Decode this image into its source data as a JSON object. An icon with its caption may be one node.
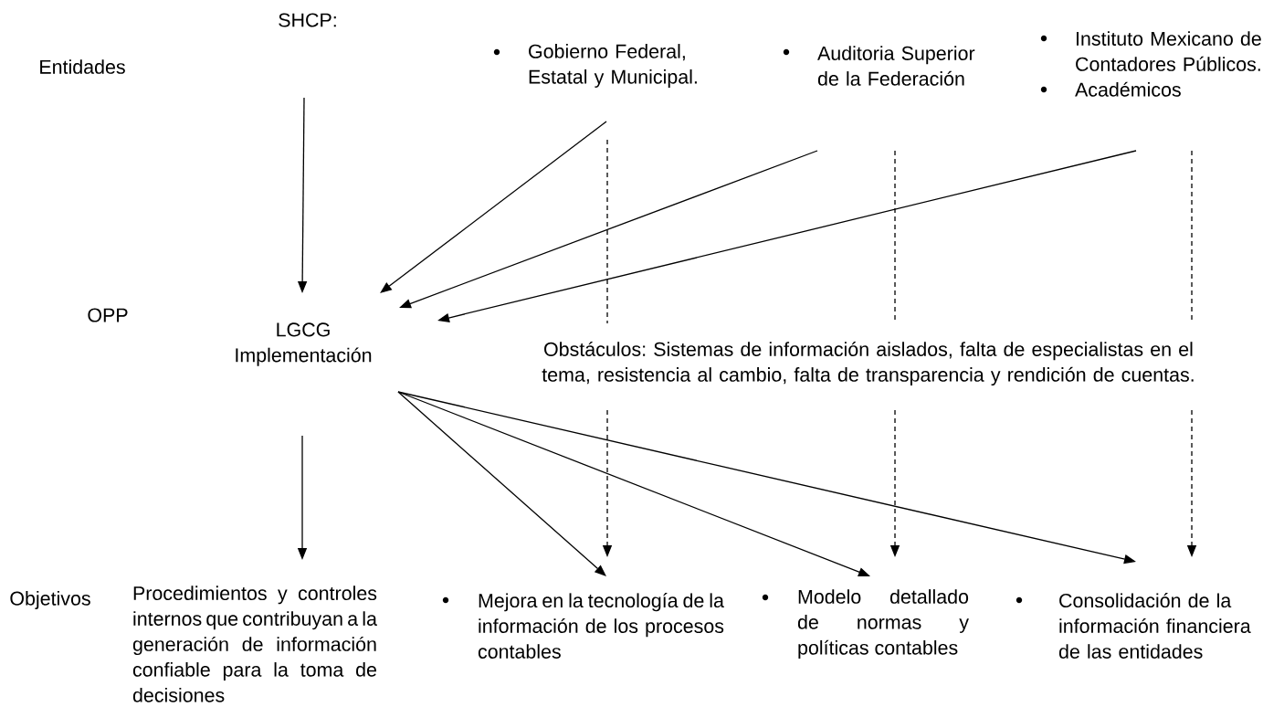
{
  "diagram": {
    "nodes": [
      {
        "text": [
          "SHCP:"
        ]
      },
      {
        "text": [
          "Gobierno Federal, Estatal y Municipal."
        ]
      },
      {
        "text": [
          "Auditoria Superior de la Federación"
        ]
      },
      {
        "text": [
          "Instituto Mexicano de Contadores Públicos.",
          "Académicos"
        ]
      },
      {
        "text": [
          "LGCG Implementación"
        ]
      },
      {
        "text": [
          "Obstáculos: Sistemas de información aislados, falta de especialistas en el tema, resistencia al cambio, falta de transparencia y rendición de cuentas."
        ]
      },
      {
        "text": [
          "Procedimientos y controles internos que contribuyan a la generación de información confiable para la toma de decisiones"
        ]
      },
      {
        "text": [
          "Mejora en la tecnología de la información de los procesos contables"
        ]
      },
      {
        "text": [
          "Modelo detallado de normas y políticas contables"
        ]
      },
      {
        "text": [
          "Consolidación de la información financiera de las entidades"
        ]
      }
    ],
    "edges": [
      {
        "from": 0,
        "to": 4,
        "arrow": "to"
      },
      {
        "from": 1,
        "to": 4,
        "arrow": "to"
      },
      {
        "from": 2,
        "to": 4,
        "arrow": "to"
      },
      {
        "from": 3,
        "to": 4,
        "arrow": "to"
      },
      {
        "from": 1,
        "to": 5,
        "arrow": "none",
        "style": "dashed"
      },
      {
        "from": 2,
        "to": 5,
        "arrow": "none",
        "style": "dashed"
      },
      {
        "from": 3,
        "to": 5,
        "arrow": "none",
        "style": "dashed"
      },
      {
        "from": 4,
        "to": 6,
        "arrow": "to"
      },
      {
        "from": 4,
        "to": 7,
        "arrow": "to"
      },
      {
        "from": 4,
        "to": 8,
        "arrow": "to"
      },
      {
        "from": 4,
        "to": 9,
        "arrow": "to"
      },
      {
        "from": 5,
        "to": 7,
        "arrow": "to",
        "style": "dashed"
      },
      {
        "from": 5,
        "to": 8,
        "arrow": "to",
        "style": "dashed"
      },
      {
        "from": 5,
        "to": 9,
        "arrow": "to",
        "style": "dashed"
      }
    ],
    "labels": [
      "Entidades",
      "OPP",
      "Objetivos"
    ]
  }
}
